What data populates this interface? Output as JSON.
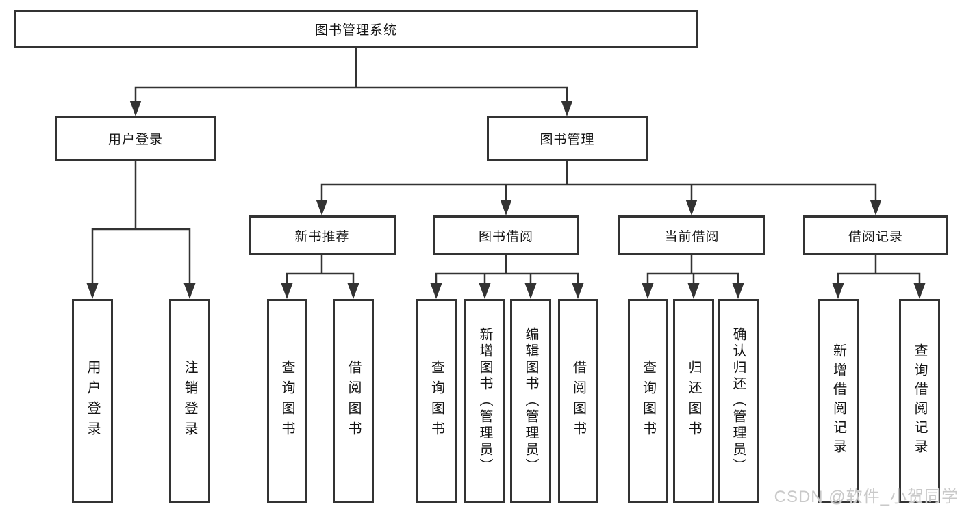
{
  "tree": {
    "root": {
      "label": "图书管理系统"
    },
    "user_login": {
      "label": "用户登录",
      "children": [
        {
          "label": "用户登录"
        },
        {
          "label": "注销登录"
        }
      ]
    },
    "book_mgmt": {
      "label": "图书管理",
      "children": [
        {
          "label": "新书推荐",
          "children": [
            {
              "label": "查询图书"
            },
            {
              "label": "借阅图书"
            }
          ]
        },
        {
          "label": "图书借阅",
          "children": [
            {
              "label": "查询图书"
            },
            {
              "label": "新增图书（管理员）"
            },
            {
              "label": "编辑图书（管理员）"
            },
            {
              "label": "借阅图书"
            }
          ]
        },
        {
          "label": "当前借阅",
          "children": [
            {
              "label": "查询图书"
            },
            {
              "label": "归还图书"
            },
            {
              "label": "确认归还（管理员）"
            }
          ]
        },
        {
          "label": "借阅记录",
          "children": [
            {
              "label": "新增借阅记录"
            },
            {
              "label": "查询借阅记录"
            }
          ]
        }
      ]
    }
  },
  "watermark": {
    "text": "CSDN @软件_小贺同学"
  },
  "colors": {
    "line": "#333333",
    "box_border": "#333333",
    "text": "#151515",
    "watermark": "#c9c9c9",
    "background": "#ffffff"
  }
}
